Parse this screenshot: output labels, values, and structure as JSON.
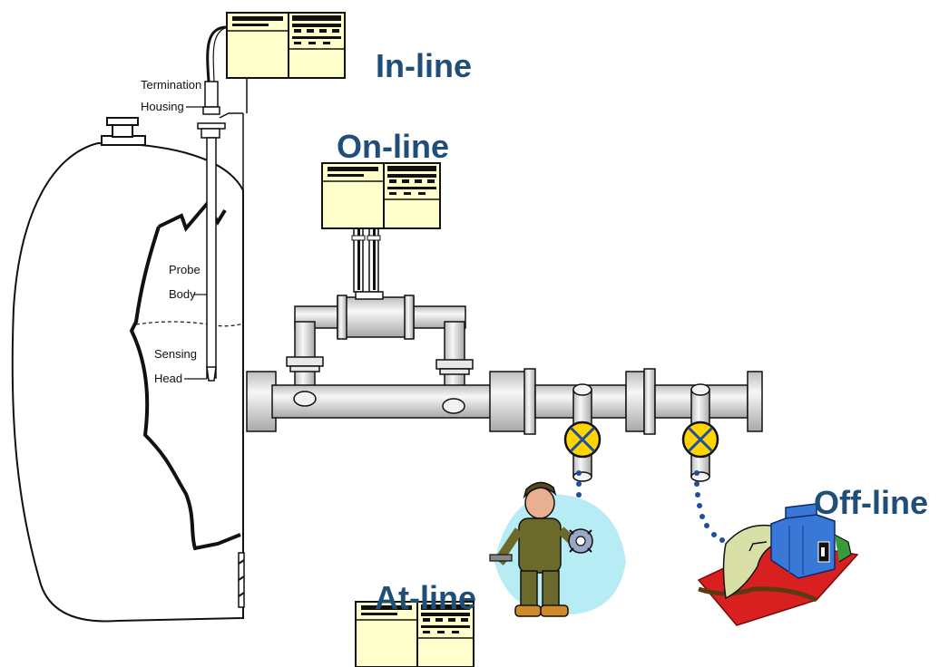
{
  "labels": {
    "in_line": "In-line",
    "on_line": "On-line",
    "at_line": "At-line",
    "off_line": "Off-line"
  },
  "probe_labels": {
    "termination": "Termination",
    "housing": "Housing",
    "probe": "Probe",
    "body": "Body",
    "sensing": "Sensing",
    "head": "Head"
  },
  "colors": {
    "label_text": "#1f4e79",
    "analyzer_fill": "#ffffcc",
    "pipe_fill": "#e2e2e2",
    "valve_fill": "#ffd400",
    "drop_blue": "#1f4e9e",
    "lab_blue": "#3a78d8",
    "lab_red": "#d92020"
  }
}
